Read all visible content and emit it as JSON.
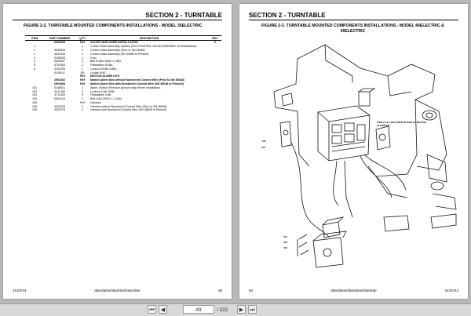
{
  "left_page": {
    "section_title": "SECTION 2 - TURNTABLE",
    "figure_title": "FIGURE 2-2. TURNTABLE MOUNTED COMPONENTS INSTALLATIONS - MODEL 35ELECTRIC",
    "columns": [
      "ITEM",
      "PART NUMBER",
      "QTY",
      "DESCRIPTION",
      "REV"
    ],
    "rows": [
      {
        "item": "",
        "pn": "0254298",
        "qty": "Ref",
        "desc": "VALVES AND HORN INSTALLATION",
        "rev": "Z",
        "bold": true
      },
      {
        "item": "1",
        "pn": "",
        "qty": "1",
        "desc": "Control Valve Assembly Options (See CONTROL VALVE ASSEMBLY for Breakdown)",
        "rev": "",
        "bold": false
      },
      {
        "item": "1",
        "pn": "4640843",
        "qty": "1",
        "desc": "Control Valve Assembly (Prior to SN 34056)",
        "rev": "",
        "bold": false
      },
      {
        "item": "1",
        "pn": "4641026",
        "qty": "1",
        "desc": "Control Valve Assembly (SN 34056 to Present)",
        "rev": "",
        "bold": false
      },
      {
        "item": "3",
        "pn": "0140628",
        "qty": "1",
        "desc": "Horn",
        "rev": "",
        "bold": false
      },
      {
        "item": "4",
        "pn": "0641607",
        "qty": "2",
        "desc": "Bolt 5/16in-18NC x 7/8in",
        "rev": "",
        "bold": false
      },
      {
        "item": "5",
        "pn": "4751500",
        "qty": "2",
        "desc": "Flatwasher 5/16in",
        "rev": "",
        "bold": false
      },
      {
        "item": "6",
        "pn": "3311005",
        "qty": "2",
        "desc": "Locknut 5/16in-18NC",
        "rev": "",
        "bold": false
      },
      {
        "item": "",
        "pn": "0100011",
        "qty": "AR",
        "desc": "Loctite 4042",
        "rev": "",
        "bold": false
      },
      {
        "item": "",
        "pn": "",
        "qty": "Ref",
        "desc": "MOTION ALARM KITS",
        "rev": "",
        "bold": true
      },
      {
        "item": "",
        "pn": "2901302",
        "qty": "Ref",
        "desc": "Motion Alarm Kits without Numbered Colored Wire (Prior to SN 36648)",
        "rev": "",
        "bold": true
      },
      {
        "item": "",
        "pn": "2901808",
        "qty": "Ref",
        "desc": "Motion Alarm Kits with Numbered Colored Wire (SN 36648 to Present)",
        "rev": "",
        "bold": true
      },
      {
        "item": "101",
        "pn": "0140831",
        "qty": "1",
        "desc": "Alarm, Motion (Remove ground strap before installation)",
        "rev": "",
        "bold": false
      },
      {
        "item": "102",
        "pn": "3311408",
        "qty": "2",
        "desc": "Locknut 1/4in-20NC",
        "rev": "",
        "bold": false
      },
      {
        "item": "103",
        "pn": "4711400",
        "qty": "4",
        "desc": "Flatwasher 1/4in",
        "rev": "",
        "bold": false
      },
      {
        "item": "104",
        "pn": "0641410",
        "qty": "2",
        "desc": "Bolt 1/4in-20NC x 1-1/4in",
        "rev": "",
        "bold": false
      },
      {
        "item": "105",
        "pn": "",
        "qty": "Ref",
        "desc": "Harness",
        "rev": "",
        "bold": false
      },
      {
        "item": "105",
        "pn": "4922426",
        "qty": "1",
        "desc": "Harness without Numbered Colored Wire (Prior to SN 36648)",
        "rev": "",
        "bold": false
      },
      {
        "item": "105",
        "pn": "4922078",
        "qty": "1",
        "desc": "Harness with Numbered Colored Wire (SN 36648 to Present)",
        "rev": "",
        "bold": false
      }
    ],
    "footer_left": "3120744",
    "footer_center": "35e/35ein/35e/40e/40ein/45e",
    "footer_right": "49"
  },
  "right_page": {
    "section_title": "SECTION 2 - TURNTABLE",
    "figure_title": "FIGURE 2-3. TURNTABLE MOUNTED COMPONENTS INSTALLATIONS - MODEL 40ELECTRIC & 45ELECTRIC",
    "callouts": {
      "c104": "104",
      "c105": "105",
      "c101": "101",
      "c102": "102",
      "c103": "103",
      "note": "ITEM #1 & 2 INCLUDED IN ITEM #1, MOTION ALARM KIT"
    },
    "footer_left": "50",
    "footer_center": "30e/35ein/35e/40ein/40e/45e",
    "footer_right": "3120744"
  },
  "toolbar": {
    "current_page": "49",
    "total_pages": "/ 222",
    "first_icon": "first-page-icon",
    "prev_icon": "prev-page-icon",
    "next_icon": "next-page-icon",
    "last_icon": "last-page-icon"
  }
}
